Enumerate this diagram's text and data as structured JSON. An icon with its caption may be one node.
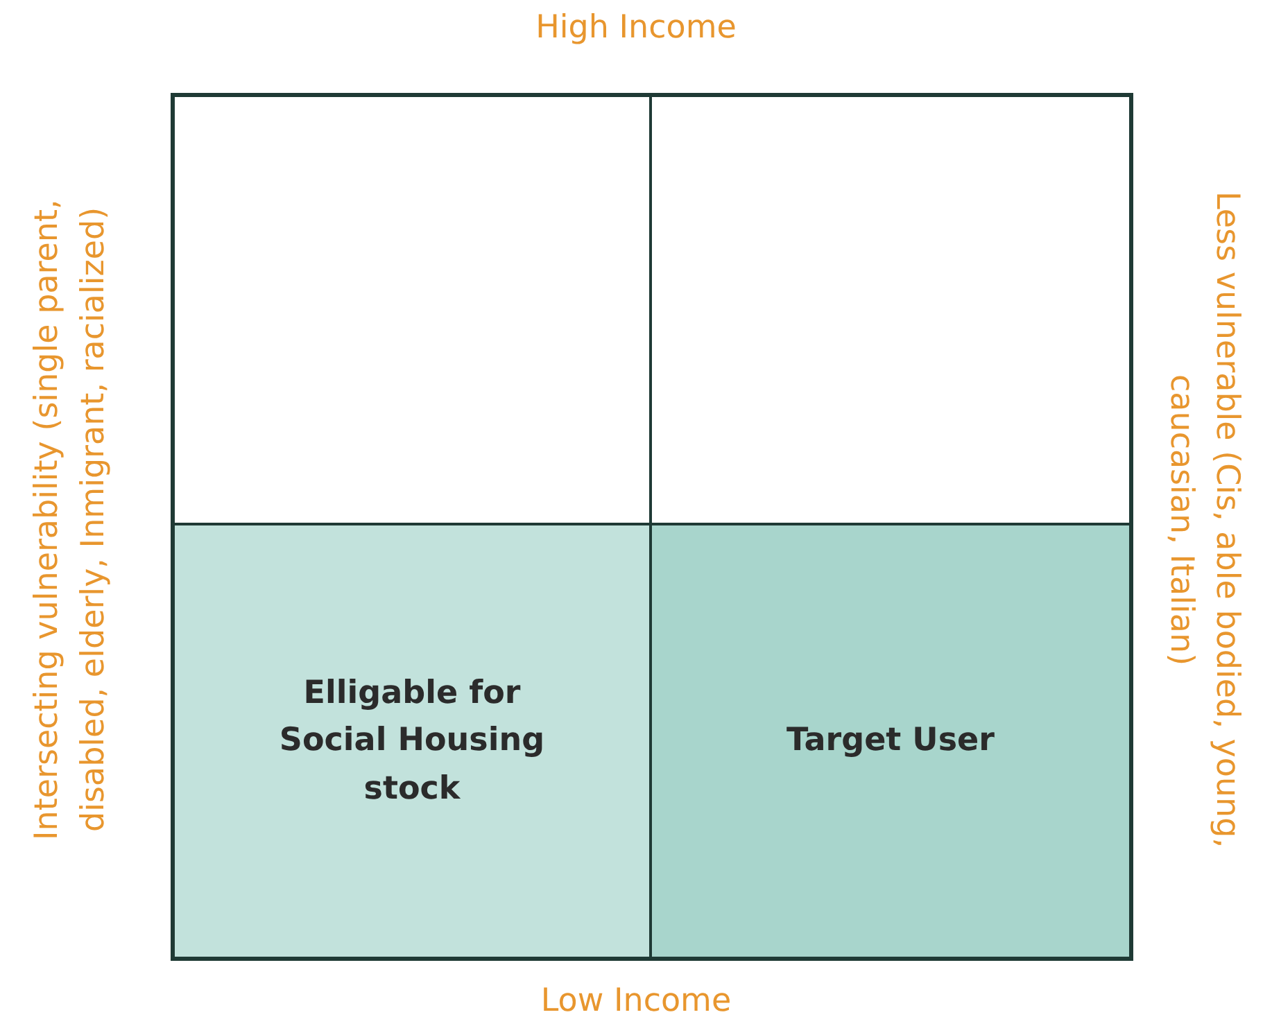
{
  "diagram": {
    "nodes": [
      {
        "text": [],
        "shape": "box"
      },
      {
        "text": [],
        "shape": "box"
      },
      {
        "text": [
          "Elligable for Social Housing stock"
        ]
      },
      {
        "text": [
          "Target User"
        ]
      }
    ],
    "labels": [
      "High Income",
      "Intersecting vulnerability (single parent, disabled, elderly, Inmigrant, racialized)",
      "Less vulnerable (Cis, able bodied, young, caucasian, Italian)",
      "Low Income"
    ]
  }
}
